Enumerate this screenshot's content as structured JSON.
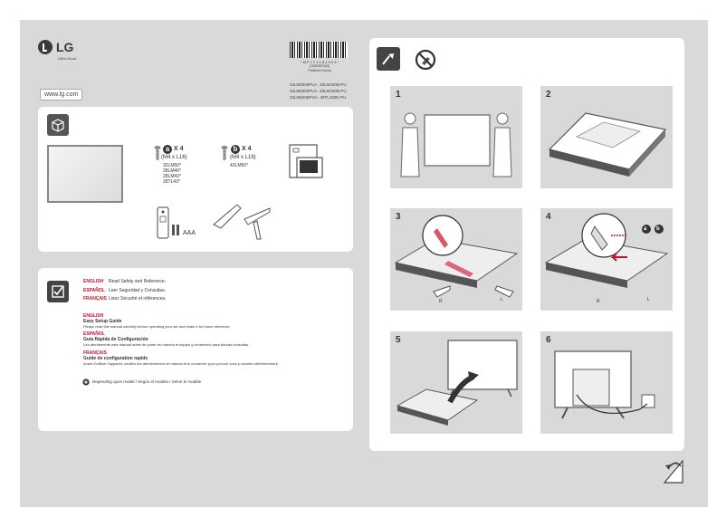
{
  "brand": {
    "name": "LG",
    "tagline": "Life's Good"
  },
  "barcode": {
    "number": "* M F L 7 1 1 8 1 9 0 3 *",
    "code": "(1905-REV00)",
    "printed": "Printed in Korea"
  },
  "models": [
    [
      "43LM5000PUA",
      "28LM400B-PU"
    ],
    [
      "32LM5000PUA",
      "28LM430B-PU"
    ],
    [
      "32LM500BPUA",
      "28TL430D-PU"
    ]
  ],
  "website": "www.lg.com",
  "parts": {
    "screw_a": {
      "letter": "a",
      "qty": "X 4",
      "spec": "(M4 x L16)",
      "models": [
        "32LM50*",
        "28LM40*",
        "28LM43*",
        "28TL43*"
      ]
    },
    "screw_b": {
      "letter": "b",
      "qty": "X 4",
      "spec": "(M4 x L18)",
      "models": [
        "43LM50*"
      ]
    },
    "battery_label": "AAA"
  },
  "manual_links": [
    {
      "lang": "ENGLISH",
      "text": "Read Safety and Reference."
    },
    {
      "lang": "ESPAÑOL",
      "text": "Leer Seguridad y Consultas."
    },
    {
      "lang": "FRANÇAIS",
      "text": "Lisez Sécurité et références."
    }
  ],
  "guide": [
    {
      "lang": "ENGLISH",
      "title": "Easy Setup Guide",
      "body": "Please read this manual carefully before operating your set and retain it for future reference."
    },
    {
      "lang": "ESPAÑOL",
      "title": "Guía Rápida de Configuración",
      "body": "Lea atentamente este manual antes de poner en marcha el equipo y consérvelo para futuras consultas."
    },
    {
      "lang": "FRANÇAIS",
      "title": "Guide de configuration rapide",
      "body": "Avant d'utiliser l'appareil, veuillez lire attentivement ce manual et le conserver pour pouvoir vous y reporter ultérieurement."
    }
  ],
  "footnote": "Depending upon model / Según el modelo / Selon le modèle",
  "steps": [
    "1",
    "2",
    "3",
    "4",
    "5",
    "6"
  ],
  "stand_labels": {
    "right": "R",
    "left": "L"
  },
  "colors": {
    "accent": "#c8102e",
    "panel": "#d9d9d9",
    "sheet": "#d9d9d9"
  }
}
